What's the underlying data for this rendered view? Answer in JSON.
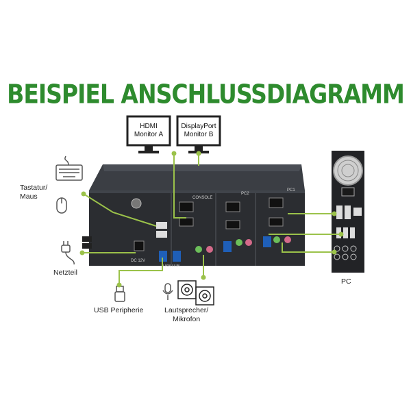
{
  "title": "BEISPIEL ANSCHLUSSDIAGRAMM",
  "monitors": [
    {
      "line1": "HDMI",
      "line2": "Monitor A"
    },
    {
      "line1": "DisplayPort",
      "line2": "Monitor B"
    }
  ],
  "labels": {
    "keyboard_mouse_1": "Tastatur/",
    "keyboard_mouse_2": "Maus",
    "power": "Netzteil",
    "usb": "USB Peripherie",
    "speaker_1": "Lautsprecher/",
    "speaker_2": "Mikrofon",
    "pc": "PC"
  },
  "device": {
    "console": "CONSOLE",
    "pc2": "PC2",
    "pc1": "PC1",
    "dc": "DC 12V",
    "usb_hub": "USB HUB"
  },
  "colors": {
    "accent": "#2e8b2e",
    "line": "#9bc24a",
    "device": "#2b2d31",
    "usb_blue": "#1f5fb8"
  }
}
